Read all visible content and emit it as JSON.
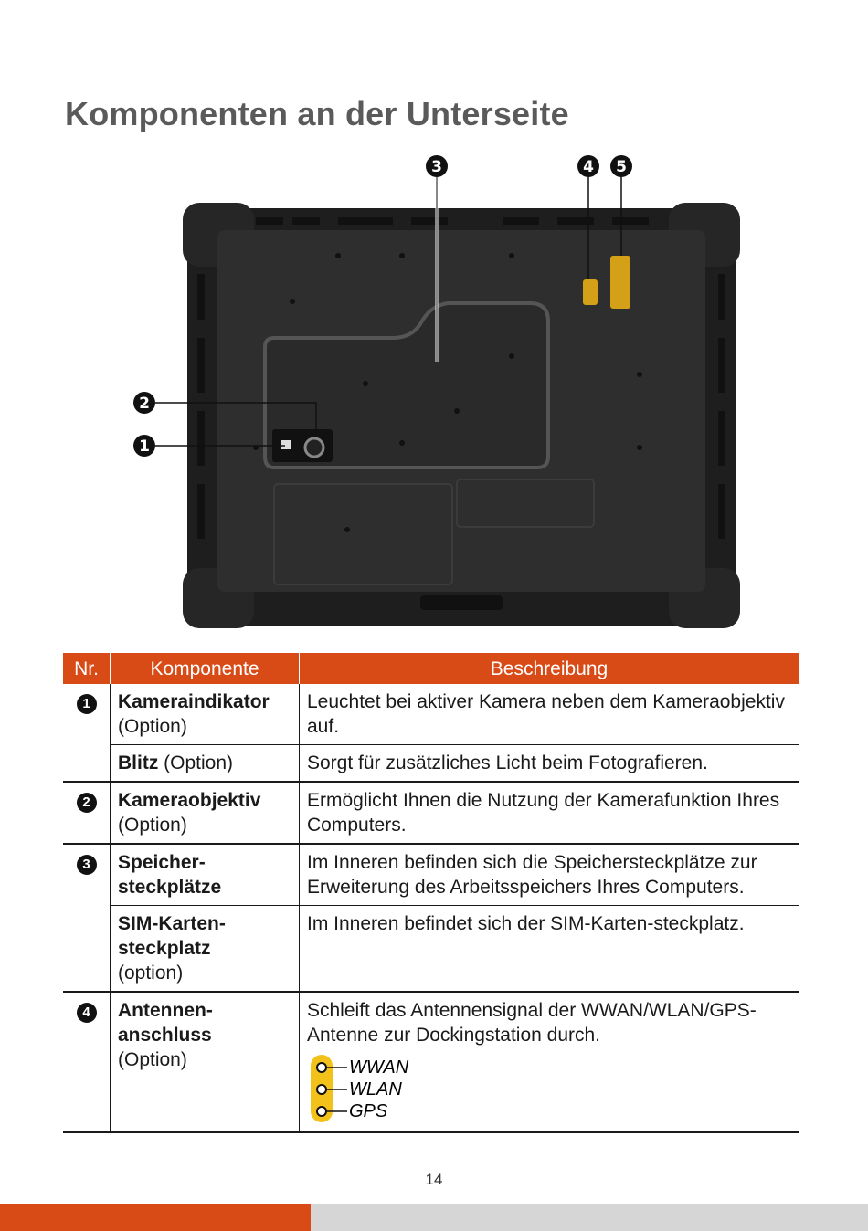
{
  "page": {
    "title": "Komponenten an der Unterseite",
    "page_number": "14",
    "accent_color": "#d84a16"
  },
  "figure": {
    "callouts": [
      "1",
      "2",
      "3",
      "4",
      "5"
    ]
  },
  "table": {
    "headers": [
      "Nr.",
      "Komponente",
      "Beschreibung"
    ],
    "rows": [
      {
        "nr": "1",
        "name_bold": "Kameraindikator",
        "name_rest": "(Option)",
        "desc": "Leuchtet bei aktiver Kamera neben dem Kameraobjektiv auf."
      },
      {
        "nr": "",
        "name_bold": "Blitz",
        "name_rest": "(Option)",
        "desc": "Sorgt für zusätzliches Licht beim Fotografieren."
      },
      {
        "nr": "2",
        "name_bold": "Kameraobjektiv",
        "name_rest": "(Option)",
        "desc": "Ermöglicht Ihnen die Nutzung der Kamerafunktion Ihres Computers."
      },
      {
        "nr": "3",
        "name_bold": "Speicher-steckplätze",
        "name_rest": "",
        "desc": "Im Inneren befinden sich die Speichersteckplätze zur Erweiterung des Arbeitsspeichers Ihres Computers."
      },
      {
        "nr": "",
        "name_bold": "SIM-Karten-steckplatz",
        "name_rest": "(option)",
        "desc": "Im Inneren befindet sich der SIM-Karten-steckplatz."
      },
      {
        "nr": "4",
        "name_bold": "Antennen-anschluss",
        "name_rest": "(Option)",
        "desc": "Schleift das Antennensignal der WWAN/WLAN/GPS-Antenne zur Dockingstation durch."
      }
    ],
    "antenna_labels": [
      "WWAN",
      "WLAN",
      "GPS"
    ]
  }
}
